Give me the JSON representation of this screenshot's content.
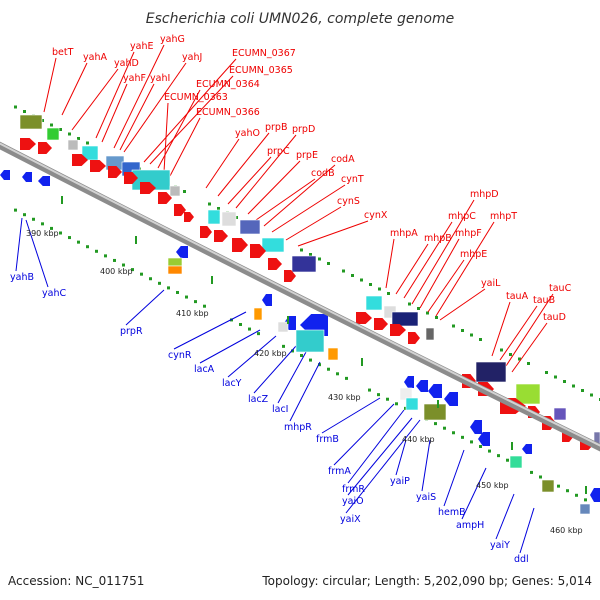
{
  "title": "Escherichia coli UMN026, complete genome",
  "footer": {
    "accession": "Accession: NC_011751",
    "summary": "Topology: circular; Length: 5,202,090 bp; Genes: 5,014"
  },
  "colors": {
    "forward_label": "#ee0000",
    "reverse_label": "#0000dd",
    "backbone": "#999999",
    "dot": "#229922"
  },
  "ticks": [
    "390 kbp",
    "400 kbp",
    "410 kbp",
    "420 kbp",
    "430 kbp",
    "440 kbp",
    "450 kbp",
    "460 kbp"
  ],
  "forward_labels": [
    "betT",
    "yahA",
    "yahD",
    "yahE",
    "yahF",
    "yahG",
    "yahI",
    "yahJ",
    "ECUMN_0367",
    "ECUMN_0365",
    "ECUMN_0364",
    "ECUMN_0363",
    "ECUMN_0366",
    "yahO",
    "prpB",
    "prpC",
    "prpD",
    "prpE",
    "codB",
    "codA",
    "cynT",
    "cynS",
    "cynX",
    "mhpA",
    "mhpB",
    "mhpC",
    "mhpD",
    "mhpF",
    "mhpE",
    "mhpT",
    "yaiL",
    "tauA",
    "tauB",
    "tauC",
    "tauD"
  ],
  "reverse_labels": [
    "yahB",
    "yahC",
    "prpR",
    "cynR",
    "lacA",
    "lacY",
    "lacZ",
    "lacI",
    "mhpR",
    "frmB",
    "frmA",
    "frmR",
    "yaiO",
    "yaiX",
    "yaiP",
    "yaiS",
    "hemB",
    "ampH",
    "yaiY",
    "ddl"
  ]
}
